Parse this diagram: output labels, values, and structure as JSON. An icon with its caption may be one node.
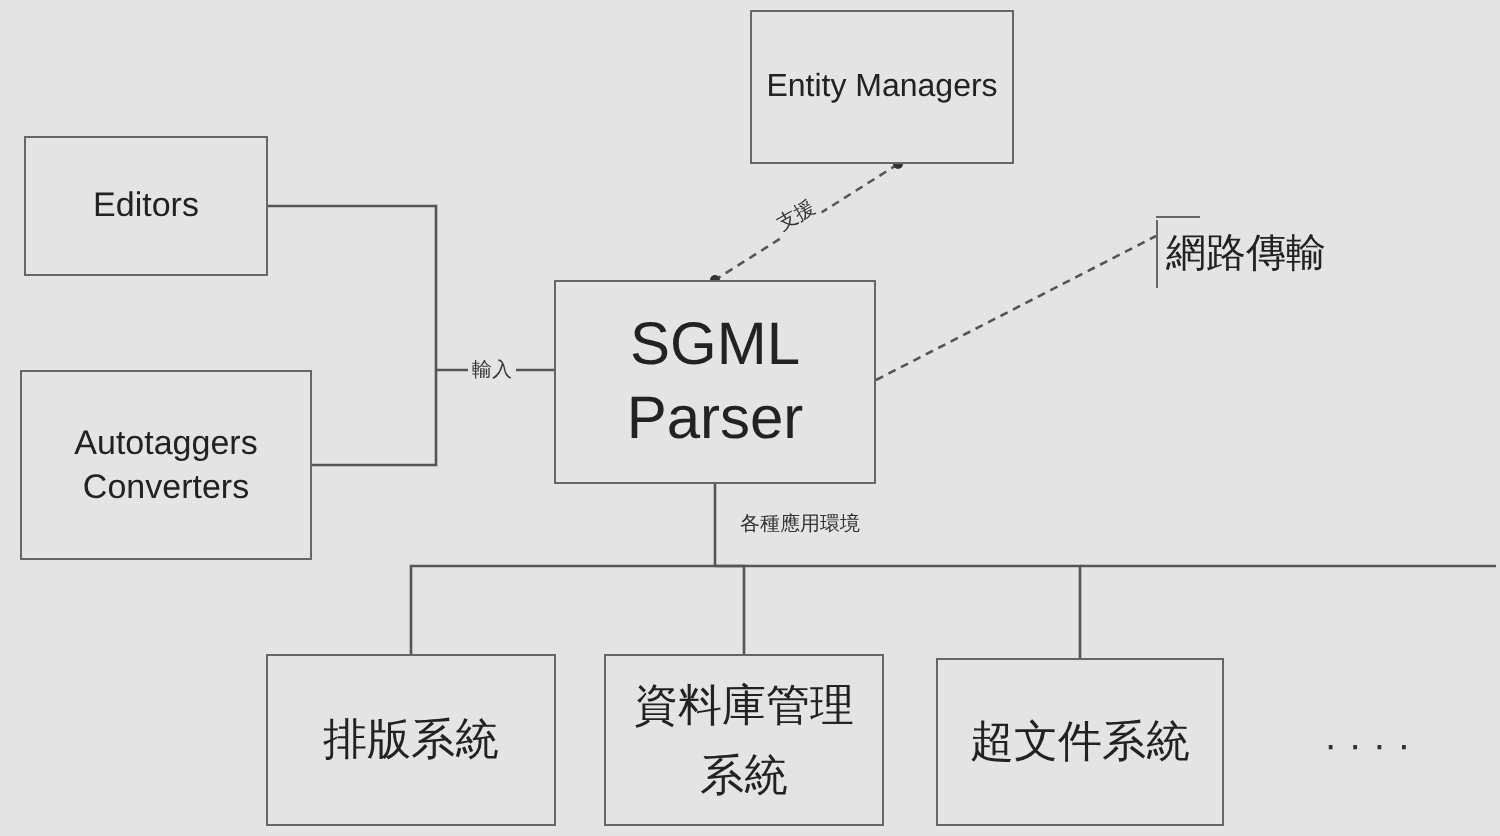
{
  "diagram": {
    "nodes": [
      {
        "text": [
          "Editors"
        ]
      },
      {
        "text": [
          "Autotaggers Converters"
        ]
      },
      {
        "text": [
          "SGML Parser"
        ]
      },
      {
        "text": [
          "Entity Managers"
        ]
      },
      {
        "text": [
          "網路傳輸"
        ]
      },
      {
        "text": [
          "排版系統"
        ]
      },
      {
        "text": [
          "資料庫管理系統"
        ]
      },
      {
        "text": [
          "超文件系統"
        ]
      }
    ],
    "edges": [
      {
        "from": 0,
        "to": 2,
        "arrow": "none",
        "label": "輸入"
      },
      {
        "from": 1,
        "to": 2,
        "arrow": "none"
      },
      {
        "from": 3,
        "to": 2,
        "arrow": "other",
        "style": "dashed",
        "label": "支援"
      },
      {
        "from": 2,
        "to": 4,
        "arrow": "none",
        "style": "dashed"
      },
      {
        "from": 2,
        "to": 5,
        "arrow": "none",
        "label": "各種應用環境"
      },
      {
        "from": 2,
        "to": 6,
        "arrow": "none"
      },
      {
        "from": 2,
        "to": 7,
        "arrow": "none"
      }
    ],
    "labels": [
      "· · · ·"
    ]
  }
}
